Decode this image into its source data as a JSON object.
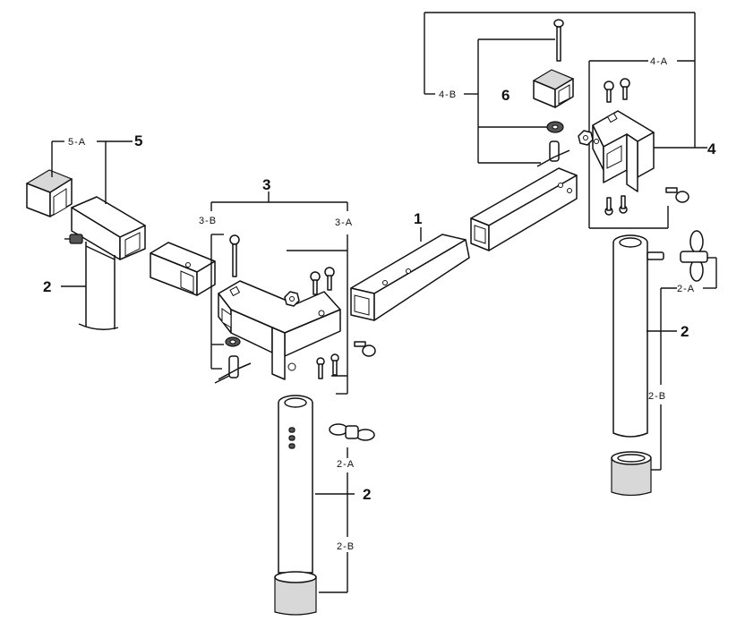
{
  "labels": {
    "part_1": "1",
    "part_2_left": "2",
    "part_2_center": "2",
    "part_2_right": "2",
    "part_3": "3",
    "part_4": "4",
    "part_5": "5",
    "part_6": "6",
    "sub_5a": "5-A",
    "sub_3a": "3-A",
    "sub_3b": "3-B",
    "sub_4a": "4-A",
    "sub_4b": "4-B",
    "sub_2a_center": "2-A",
    "sub_2b_center": "2-B",
    "sub_2a_right": "2-A",
    "sub_2b_right": "2-B"
  }
}
